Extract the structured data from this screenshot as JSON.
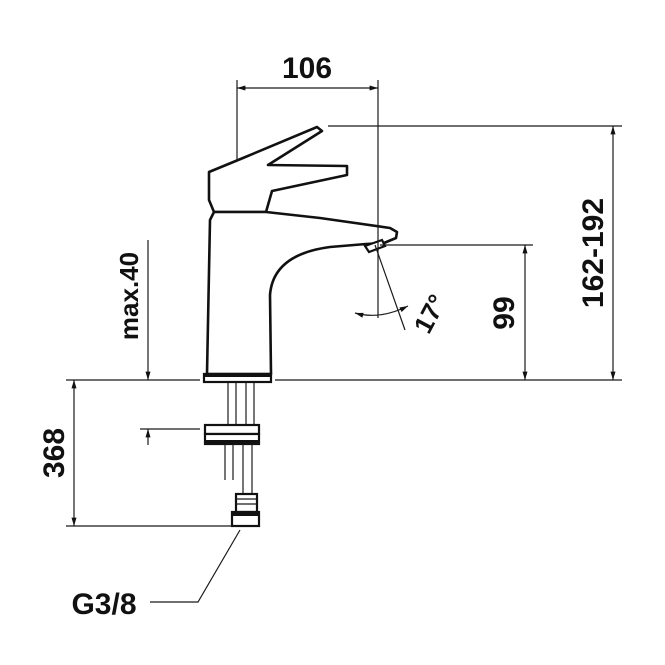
{
  "dimensions": {
    "spout_reach": "106",
    "total_height": "162-192",
    "spout_height": "99",
    "max_deck_thickness": "max.40",
    "hose_length": "368",
    "connection_thread": "G3/8",
    "spout_angle": "17°"
  },
  "colors": {
    "line": "#111111",
    "background": "#ffffff"
  }
}
